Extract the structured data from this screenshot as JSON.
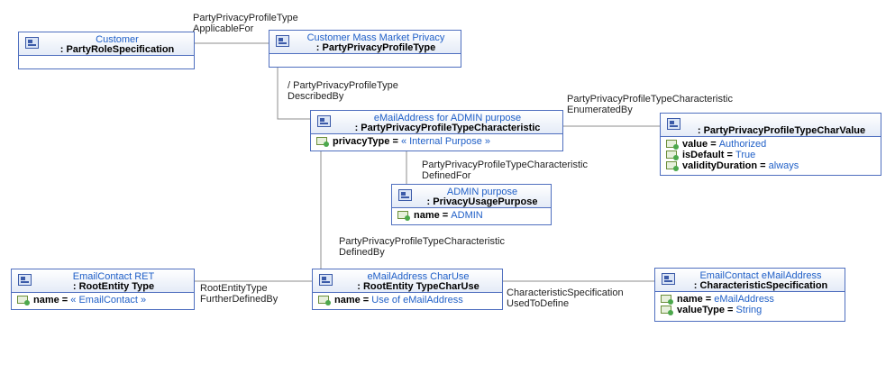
{
  "boxes": {
    "customer": {
      "title": "Customer",
      "type": ": PartyRoleSpecification"
    },
    "mass_market": {
      "title": "Customer Mass Market Privacy",
      "type": ": PartyPrivacyProfileType"
    },
    "email_admin": {
      "title": "eMailAddress for ADMIN purpose",
      "type": ": PartyPrivacyProfileTypeCharacteristic",
      "attrs": [
        {
          "name": "privacyType",
          "eq": " = ",
          "value": "« Internal Purpose »"
        }
      ]
    },
    "char_value": {
      "title": "",
      "type": ": PartyPrivacyProfileTypeCharValue",
      "attrs": [
        {
          "name": "value",
          "eq": " = ",
          "value": "Authorized"
        },
        {
          "name": "isDefault",
          "eq": " = ",
          "value": "True"
        },
        {
          "name": "validityDuration",
          "eq": " = ",
          "value": "always"
        }
      ]
    },
    "admin_purpose": {
      "title": "ADMIN purpose",
      "type": ": PrivacyUsagePurpose",
      "attrs": [
        {
          "name": "name",
          "eq": " = ",
          "value": "ADMIN"
        }
      ]
    },
    "email_contact_ret": {
      "title": "EmailContact RET",
      "type": ": RootEntity Type",
      "attrs": [
        {
          "name": "name",
          "eq": " = ",
          "value": "« EmailContact »"
        }
      ]
    },
    "email_charuse": {
      "title": "eMailAddress CharUse",
      "type": ": RootEntity TypeCharUse",
      "attrs": [
        {
          "name": "name",
          "eq": " = ",
          "value": "Use of eMailAddress"
        }
      ]
    },
    "email_contact_addr": {
      "title": "EmailContact eMailAddress",
      "type": ": CharacteristicSpecification",
      "attrs": [
        {
          "name": "name",
          "eq": " = ",
          "value": "eMailAddress"
        },
        {
          "name": "valueType",
          "eq": " = ",
          "value": "String"
        }
      ]
    }
  },
  "links": {
    "applicable_for": [
      "PartyPrivacyProfileType",
      "ApplicableFor"
    ],
    "described_by": [
      "/ PartyPrivacyProfileType",
      "DescribedBy"
    ],
    "enumerated_by": [
      "PartyPrivacyProfileTypeCharacteristic",
      "EnumeratedBy"
    ],
    "defined_for": [
      "PartyPrivacyProfileTypeCharacteristic",
      "DefinedFor"
    ],
    "defined_by": [
      "PartyPrivacyProfileTypeCharacteristic",
      "DefinedBy"
    ],
    "further_defined_by": [
      "RootEntityType",
      "FurtherDefinedBy"
    ],
    "used_to_define": [
      "CharacteristicSpecification",
      "UsedToDefine"
    ]
  },
  "colors": {
    "border": "#4f6fbf",
    "title": "#1f5fc7",
    "value": "#1f5fc7",
    "connector": "#8c8c8c"
  }
}
